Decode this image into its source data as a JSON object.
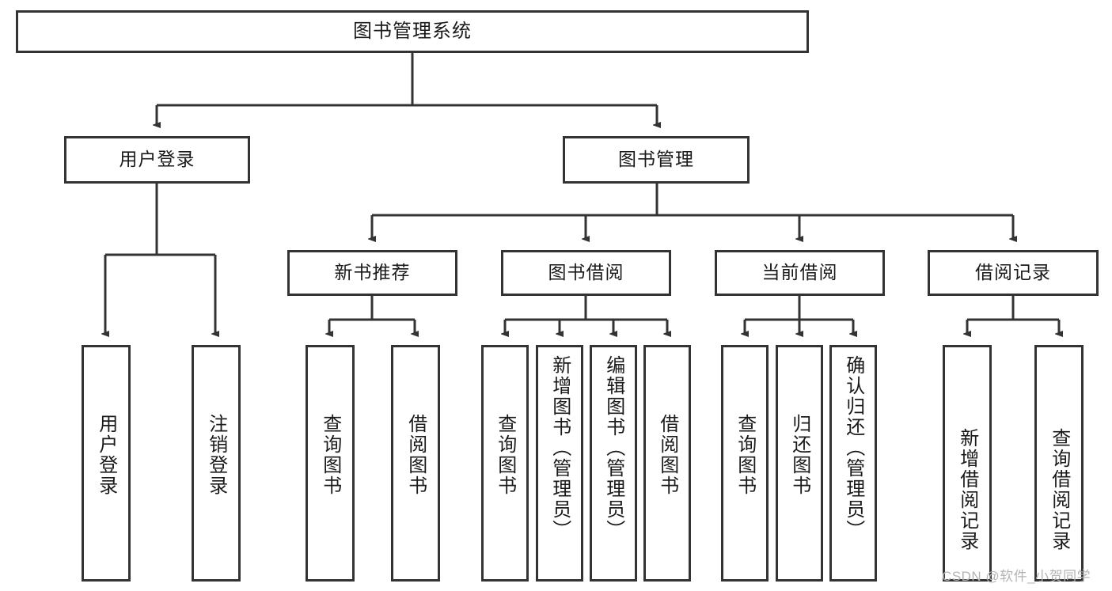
{
  "diagram": {
    "type": "tree-hierarchy-chart",
    "title": "图书管理系统",
    "watermark": "CSDN @软件_小贺同学",
    "style": {
      "border_color": "#333333",
      "background": "#ffffff",
      "text_color": "#1a1a1a"
    },
    "root": {
      "label": "图书管理系统"
    },
    "level1": [
      {
        "label": "用户登录"
      },
      {
        "label": "图书管理"
      }
    ],
    "level2": [
      {
        "label": "新书推荐"
      },
      {
        "label": "图书借阅"
      },
      {
        "label": "当前借阅"
      },
      {
        "label": "借阅记录"
      }
    ],
    "leaves": {
      "user_login": [
        {
          "label": "用户登录"
        },
        {
          "label": "注销登录"
        }
      ],
      "new_book_recommend": [
        {
          "label": "查询图书"
        },
        {
          "label": "借阅图书"
        }
      ],
      "book_borrow": [
        {
          "label": "查询图书"
        },
        {
          "label": "新增图书（管理员）"
        },
        {
          "label": "编辑图书（管理员）"
        },
        {
          "label": "借阅图书"
        }
      ],
      "current_borrow": [
        {
          "label": "查询图书"
        },
        {
          "label": "归还图书"
        },
        {
          "label": "确认归还（管理员）"
        }
      ],
      "borrow_record": [
        {
          "label": "新增借阅记录"
        },
        {
          "label": "查询借阅记录"
        }
      ]
    }
  }
}
